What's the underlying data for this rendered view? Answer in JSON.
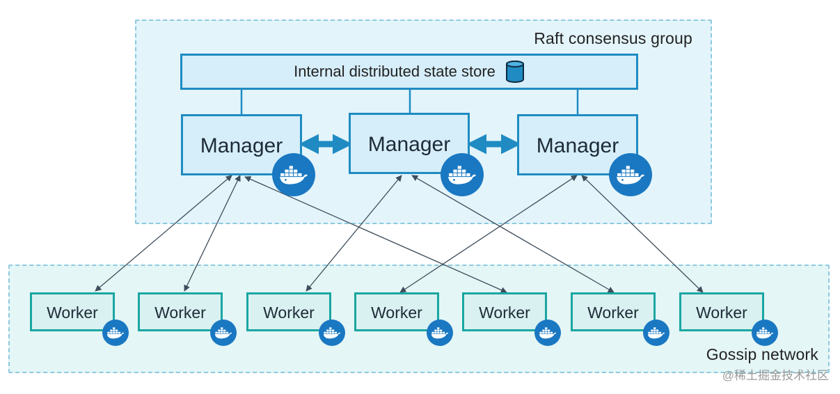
{
  "raft_group": {
    "label": "Raft consensus group"
  },
  "gossip_group": {
    "label": "Gossip network"
  },
  "state_store": {
    "label": "Internal distributed state store",
    "icon": "database-icon"
  },
  "managers": [
    {
      "label": "Manager",
      "icon": "docker-whale-icon"
    },
    {
      "label": "Manager",
      "icon": "docker-whale-icon"
    },
    {
      "label": "Manager",
      "icon": "docker-whale-icon"
    }
  ],
  "workers": [
    {
      "label": "Worker",
      "icon": "docker-whale-icon"
    },
    {
      "label": "Worker",
      "icon": "docker-whale-icon"
    },
    {
      "label": "Worker",
      "icon": "docker-whale-icon"
    },
    {
      "label": "Worker",
      "icon": "docker-whale-icon"
    },
    {
      "label": "Worker",
      "icon": "docker-whale-icon"
    },
    {
      "label": "Worker",
      "icon": "docker-whale-icon"
    },
    {
      "label": "Worker",
      "icon": "docker-whale-icon"
    }
  ],
  "watermark": "@稀土掘金技术社区",
  "colors": {
    "manager_border": "#1f8bc2",
    "worker_border": "#1aa6a2",
    "docker_blue": "#1a78c2",
    "arrow": "#3e4d5b"
  }
}
